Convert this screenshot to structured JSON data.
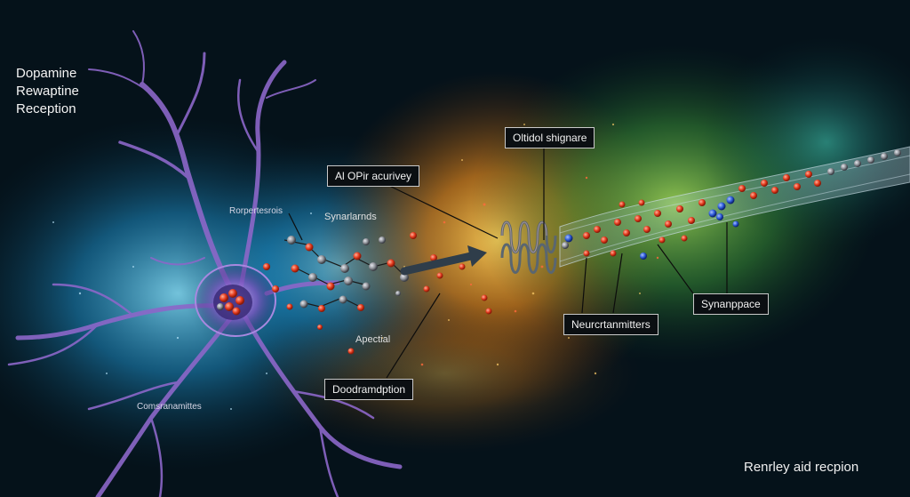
{
  "title_lines": [
    "Dopamine",
    "Rewaptine",
    "Reception"
  ],
  "labels": {
    "receptors": "Rorpertesrois",
    "synaptic": "Synarlarnds",
    "activity": "Al OPir acurivey",
    "signal": "Oltidol shignare",
    "synapse": "Synanppace",
    "neurotransmitters": "Neurcrtanmitters",
    "apectial": "Apectial",
    "dopamine_adoption": "Doodramdption",
    "constransmitters": "Comsranamittes"
  },
  "caption": "Renrley aid recpion",
  "colors": {
    "background": "#05121a",
    "neuron": "#8c67c9",
    "nucleus": "#e24a2b",
    "molecule_red": "#e53b1e",
    "molecule_gray": "#8c8f96",
    "molecule_blue": "#2d5bd8",
    "glow_orange": "#f0a028",
    "glow_green": "#5fc43a",
    "glow_blue": "#1e9fd8"
  }
}
